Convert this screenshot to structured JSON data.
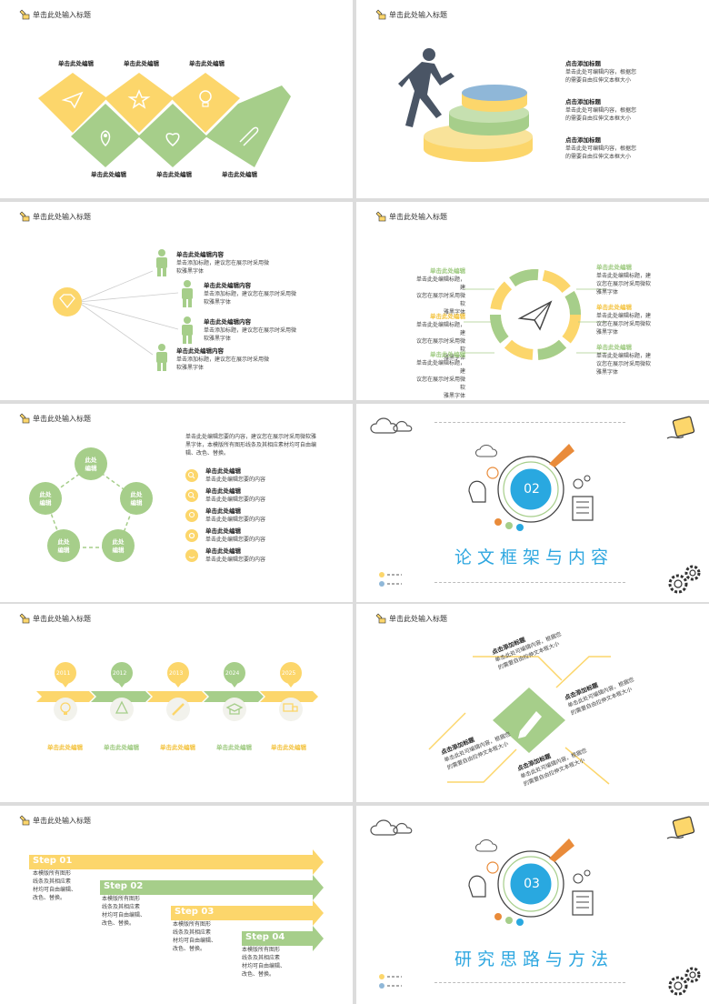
{
  "header_title": "单击此处输入标题",
  "colors": {
    "yellow": "#fcd66b",
    "green": "#a6ce8a",
    "blue": "#29a8e0",
    "dark": "#4a5565",
    "orange": "#e98b3a"
  },
  "s1": {
    "top_labels": [
      "单击此处编辑",
      "单击此处编辑",
      "单击此处编辑"
    ],
    "bottom_labels": [
      "单击此处编辑",
      "单击此处编辑",
      "单击此处编辑"
    ],
    "icons": [
      "paper-plane-icon",
      "star-icon",
      "lightbulb-icon",
      "location-pin-icon",
      "heart-icon",
      "paperclip-icon"
    ]
  },
  "s2": {
    "items": [
      {
        "title": "点击添加标题",
        "body1": "单击此处可编辑内容，根据您",
        "body2": "的需要自由拉伸文本框大小"
      },
      {
        "title": "点击添加标题",
        "body1": "单击此处可编辑内容，根据您",
        "body2": "的需要自由拉伸文本框大小"
      },
      {
        "title": "点击添加标题",
        "body1": "单击此处可编辑内容，根据您",
        "body2": "的需要自由拉伸文本框大小"
      }
    ]
  },
  "s3": {
    "items": [
      {
        "title": "单击此处编辑内容",
        "body1": "单击添加标题，建议您在展示时采用微",
        "body2": "软雅黑字体"
      },
      {
        "title": "单击此处编辑内容",
        "body1": "单击添加标题，建议您在展示时采用微",
        "body2": "软雅黑字体"
      },
      {
        "title": "单击此处编辑内容",
        "body1": "单击添加标题，建议您在展示时采用微",
        "body2": "软雅黑字体"
      },
      {
        "title": "单击此处编辑内容",
        "body1": "单击添加标题，建议您在展示时采用微",
        "body2": "软雅黑字体"
      }
    ]
  },
  "s4": {
    "left": [
      {
        "title": "单击此处编辑",
        "body1": "单击此处编辑标题，建",
        "body2": "议您在展示时采用微软",
        "body3": "雅黑字体"
      },
      {
        "title": "单击此处编辑",
        "body1": "单击此处编辑标题，建",
        "body2": "议您在展示时采用微软",
        "body3": "雅黑字体"
      },
      {
        "title": "单击此处编辑",
        "body1": "单击此处编辑标题，建",
        "body2": "议您在展示时采用微软",
        "body3": "雅黑字体"
      }
    ],
    "right": [
      {
        "title": "单击此处编辑",
        "body1": "单击此处编辑标题，建",
        "body2": "议您在展示时采用微软",
        "body3": "雅黑字体"
      },
      {
        "title": "单击此处编辑",
        "body1": "单击此处编辑标题，建",
        "body2": "议您在展示时采用微软",
        "body3": "雅黑字体"
      },
      {
        "title": "单击此处编辑",
        "body1": "单击此处编辑标题，建",
        "body2": "议您在展示时采用微软",
        "body3": "雅黑字体"
      }
    ]
  },
  "s5": {
    "intro1": "单击此处编辑您要的内容，建议您在展示时采用微软雅",
    "intro2": "黑字体，本模版所有图形线条及其相应素材均可自由编",
    "intro3": "辑、改色、替换。",
    "circle_label1": "此处",
    "circle_label2": "编辑",
    "items": [
      {
        "title": "单击此处编辑",
        "body": "单击此处编辑您要的内容"
      },
      {
        "title": "单击此处编辑",
        "body": "单击此处编辑您要的内容"
      },
      {
        "title": "单击此处编辑",
        "body": "单击此处编辑您要的内容"
      },
      {
        "title": "单击此处编辑",
        "body": "单击此处编辑您要的内容"
      },
      {
        "title": "单击此处编辑",
        "body": "单击此处编辑您要的内容"
      }
    ]
  },
  "s6": {
    "number": "02",
    "title": "论文框架与内容"
  },
  "s7": {
    "years": [
      "2011",
      "2012",
      "2013",
      "2024",
      "2025"
    ],
    "labels": [
      "单击此处编辑",
      "单击此处编辑",
      "单击此处编辑",
      "单击此处编辑",
      "单击此处编辑"
    ]
  },
  "s8": {
    "items": [
      {
        "title": "点击添加标题",
        "body1": "单击此处可编辑内容，根据您",
        "body2": "的需要自由拉伸文本框大小"
      },
      {
        "title": "点击添加标题",
        "body1": "单击此处可编辑内容，根据您",
        "body2": "的需要自由拉伸文本框大小"
      },
      {
        "title": "点击添加标题",
        "body1": "单击此处可编辑内容，根据您",
        "body2": "的需要自由拉伸文本框大小"
      },
      {
        "title": "点击添加标题",
        "body1": "单击此处可编辑内容，根据您",
        "body2": "的需要自由拉伸文本框大小"
      }
    ]
  },
  "s9": {
    "steps": [
      {
        "label": "Step 01",
        "l1": "本模版所有图形",
        "l2": "线条及其相应素",
        "l3": "材均可自由编辑、",
        "l4": "改色、替换。"
      },
      {
        "label": "Step 02",
        "l1": "本模版所有图形",
        "l2": "线条及其相应素",
        "l3": "材均可自由编辑、",
        "l4": "改色、替换。"
      },
      {
        "label": "Step 03",
        "l1": "本模版所有图形",
        "l2": "线条及其相应素",
        "l3": "材均可自由编辑、",
        "l4": "改色、替换。"
      },
      {
        "label": "Step 04",
        "l1": "本模版所有图形",
        "l2": "线条及其相应素",
        "l3": "材均可自由编辑、",
        "l4": "改色、替换。"
      }
    ]
  },
  "s10": {
    "number": "03",
    "title": "研究思路与方法"
  }
}
